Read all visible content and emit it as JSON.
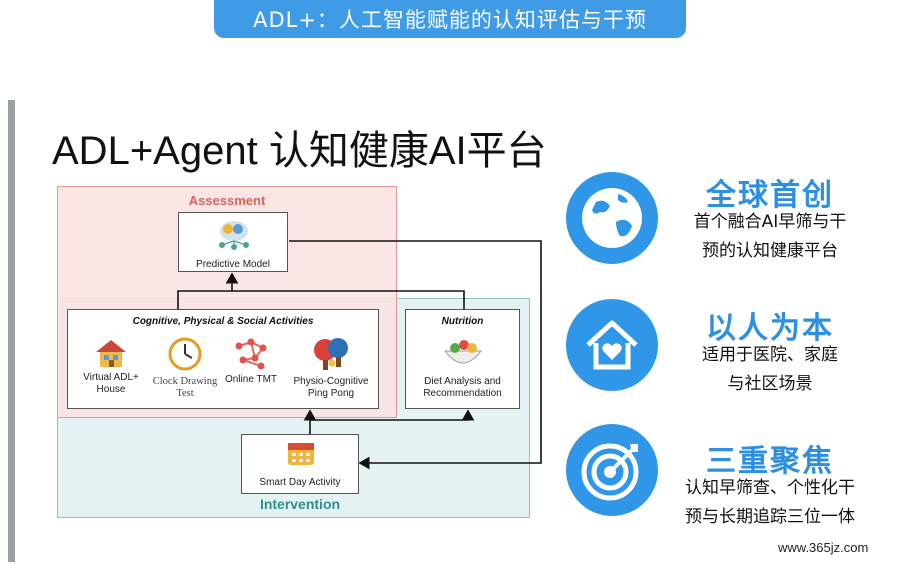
{
  "banner": {
    "title": "ADL+：人工智能赋能的认知评估与干预"
  },
  "page": {
    "title": "ADL+Agent 认知健康AI平台"
  },
  "diagram": {
    "assessment_label": "Assessment",
    "intervention_label": "Intervention",
    "predictive_model": "Predictive Model",
    "activities_title": "Cognitive, Physical & Social Activities",
    "activities": [
      {
        "line1": "Virtual ADL+",
        "line2": "House",
        "icon": "house-icon"
      },
      {
        "line1": "Clock Drawing",
        "line2": "Test",
        "icon": "clock-icon"
      },
      {
        "line1": "Online TMT",
        "line2": "",
        "icon": "network-icon"
      },
      {
        "line1": "Physio-Cognitive",
        "line2": "Ping Pong",
        "icon": "ping-pong-icon"
      }
    ],
    "nutrition_title": "Nutrition",
    "nutrition_line1": "Diet Analysis and",
    "nutrition_line2": "Recommendation",
    "smart_day": "Smart Day Activity"
  },
  "features": [
    {
      "title": "全球首创",
      "line1": "首个融合AI早筛与干",
      "line2": "预的认知健康平台",
      "icon": "globe-icon"
    },
    {
      "title": "以人为本",
      "line1": "适用于医院、家庭",
      "line2": "与社区场景",
      "icon": "home-heart-icon"
    },
    {
      "title": "三重聚焦",
      "line1": "认知早筛查、个性化干",
      "line2": "预与长期追踪三位一体",
      "icon": "target-icon"
    }
  ],
  "colors": {
    "accent": "#2f96e8",
    "assessment": "#d46460",
    "intervention": "#2f8f8f"
  },
  "watermark": "www.365jz.com"
}
